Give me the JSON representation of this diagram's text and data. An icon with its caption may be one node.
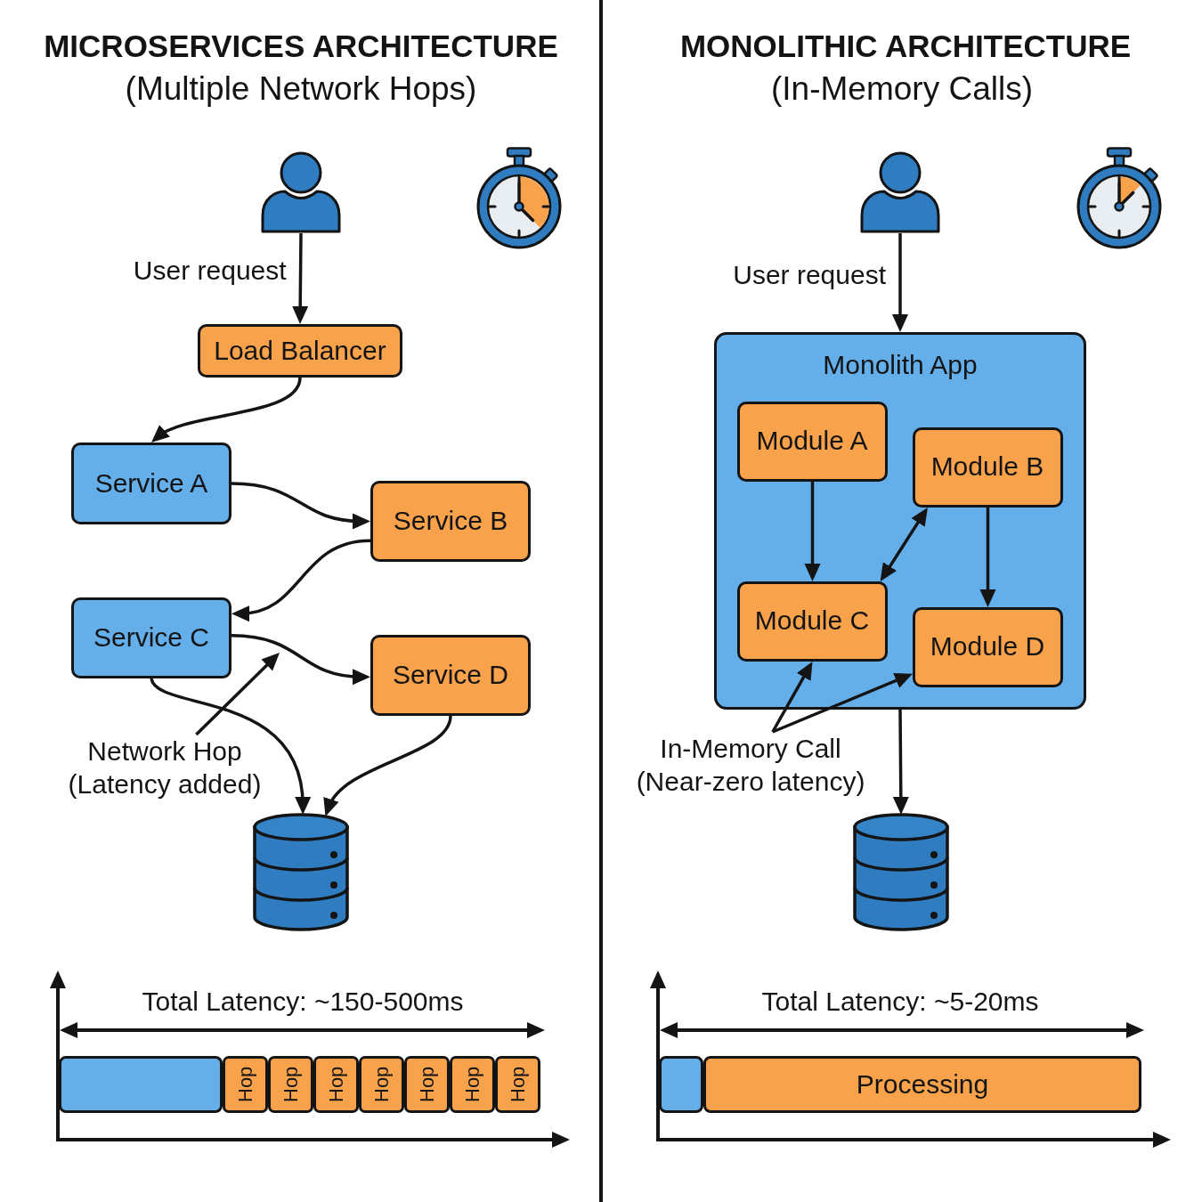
{
  "diagram": {
    "nodes": [
      {
        "text": [],
        "shape": "person"
      },
      {
        "text": [
          "Load Balancer"
        ]
      },
      {
        "text": [
          "Service A"
        ]
      },
      {
        "text": [
          "Service B"
        ]
      },
      {
        "text": [
          "Service C"
        ]
      },
      {
        "text": [
          "Service D"
        ]
      },
      {
        "text": [
          "Network Hop (Latency added)"
        ]
      },
      {
        "text": [],
        "shape": "cylinder"
      },
      {
        "text": [],
        "shape": "bar"
      },
      {
        "text": [
          "Hop"
        ]
      },
      {
        "text": [
          "Hop"
        ]
      },
      {
        "text": [
          "Hop"
        ]
      },
      {
        "text": [
          "Hop"
        ]
      },
      {
        "text": [
          "Hop"
        ]
      },
      {
        "text": [
          "Hop"
        ]
      },
      {
        "text": [
          "Hop"
        ]
      },
      {
        "text": [],
        "shape": "person"
      },
      {
        "text": [
          "Monolith App"
        ]
      },
      {
        "text": [
          "Module A"
        ],
        "in": 17
      },
      {
        "text": [
          "Module B"
        ],
        "in": 17
      },
      {
        "text": [
          "Module C"
        ],
        "in": 17
      },
      {
        "text": [
          "Module D"
        ],
        "in": 17
      },
      {
        "text": [
          "In-Memory Call (Near-zero latency)"
        ]
      },
      {
        "text": [],
        "shape": "cylinder"
      },
      {
        "text": [],
        "shape": "bar"
      },
      {
        "text": [
          "Processing"
        ]
      }
    ],
    "edges": [
      {
        "from": 0,
        "to": 1,
        "arrow": "to",
        "label": "User request"
      },
      {
        "from": 1,
        "to": 2,
        "arrow": "to"
      },
      {
        "from": 2,
        "to": 3,
        "arrow": "to"
      },
      {
        "from": 3,
        "to": 4,
        "arrow": "to"
      },
      {
        "from": 4,
        "to": 5,
        "arrow": "to"
      },
      {
        "from": 4,
        "to": 7,
        "arrow": "to"
      },
      {
        "from": 5,
        "to": 7,
        "arrow": "to"
      },
      {
        "from": 6,
        "to": null,
        "arrow": "to"
      },
      {
        "from": 16,
        "to": 17,
        "arrow": "to",
        "label": "User request"
      },
      {
        "from": 18,
        "to": 20,
        "arrow": "to"
      },
      {
        "from": 19,
        "to": 21,
        "arrow": "to"
      },
      {
        "from": 20,
        "to": 19,
        "arrow": "both"
      },
      {
        "from": 22,
        "to": 20,
        "arrow": "to"
      },
      {
        "from": 22,
        "to": 21,
        "arrow": "to"
      },
      {
        "from": 17,
        "to": 23,
        "arrow": "to"
      }
    ],
    "labels": [
      "MICROSERVICES ARCHITECTURE",
      "(Multiple Network Hops)",
      "Total Latency: ~150-500ms",
      "MONOLITHIC ARCHITECTURE",
      "(In-Memory Calls)",
      "Total Latency: ~5-20ms"
    ]
  }
}
